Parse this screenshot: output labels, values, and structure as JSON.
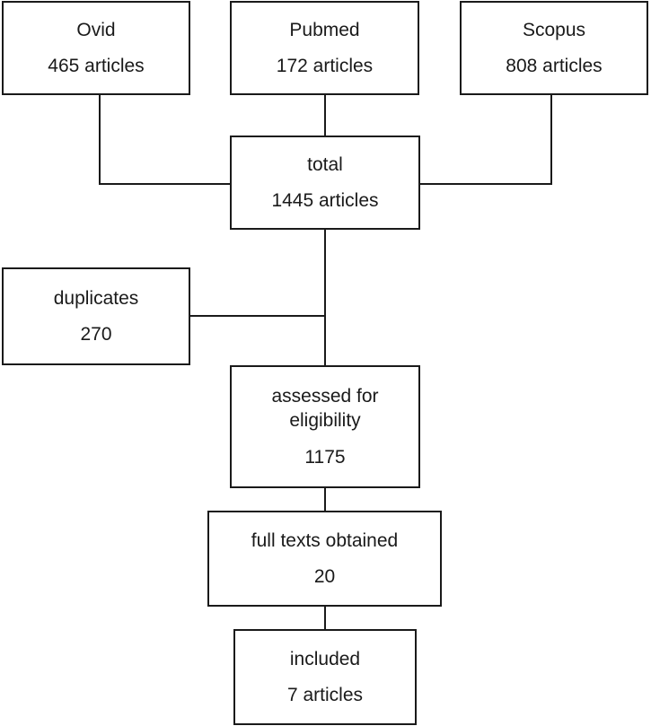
{
  "nodes": {
    "ovid": {
      "name": "Ovid",
      "count": "465 articles"
    },
    "pubmed": {
      "name": "Pubmed",
      "count": "172 articles"
    },
    "scopus": {
      "name": "Scopus",
      "count": "808 articles"
    },
    "total": {
      "name": "total",
      "count": "1445 articles"
    },
    "duplicates": {
      "name": "duplicates",
      "count": "270"
    },
    "assessed": {
      "name_line1": "assessed for",
      "name_line2": "eligibility",
      "count": "1175"
    },
    "full_texts": {
      "name": "full texts obtained",
      "count": "20"
    },
    "included": {
      "name": "included",
      "count": "7 articles"
    }
  },
  "edges": [
    {
      "from": "ovid",
      "to": "total"
    },
    {
      "from": "pubmed",
      "to": "total"
    },
    {
      "from": "scopus",
      "to": "total"
    },
    {
      "from": "total",
      "to": "assessed"
    },
    {
      "from": "duplicates",
      "to": "total-assessed-connector"
    },
    {
      "from": "assessed",
      "to": "full_texts"
    },
    {
      "from": "full_texts",
      "to": "included"
    }
  ],
  "style": {
    "line_color": "#1a1a1a",
    "box_border_color": "#1a1a1a",
    "background_color": "#ffffff"
  }
}
